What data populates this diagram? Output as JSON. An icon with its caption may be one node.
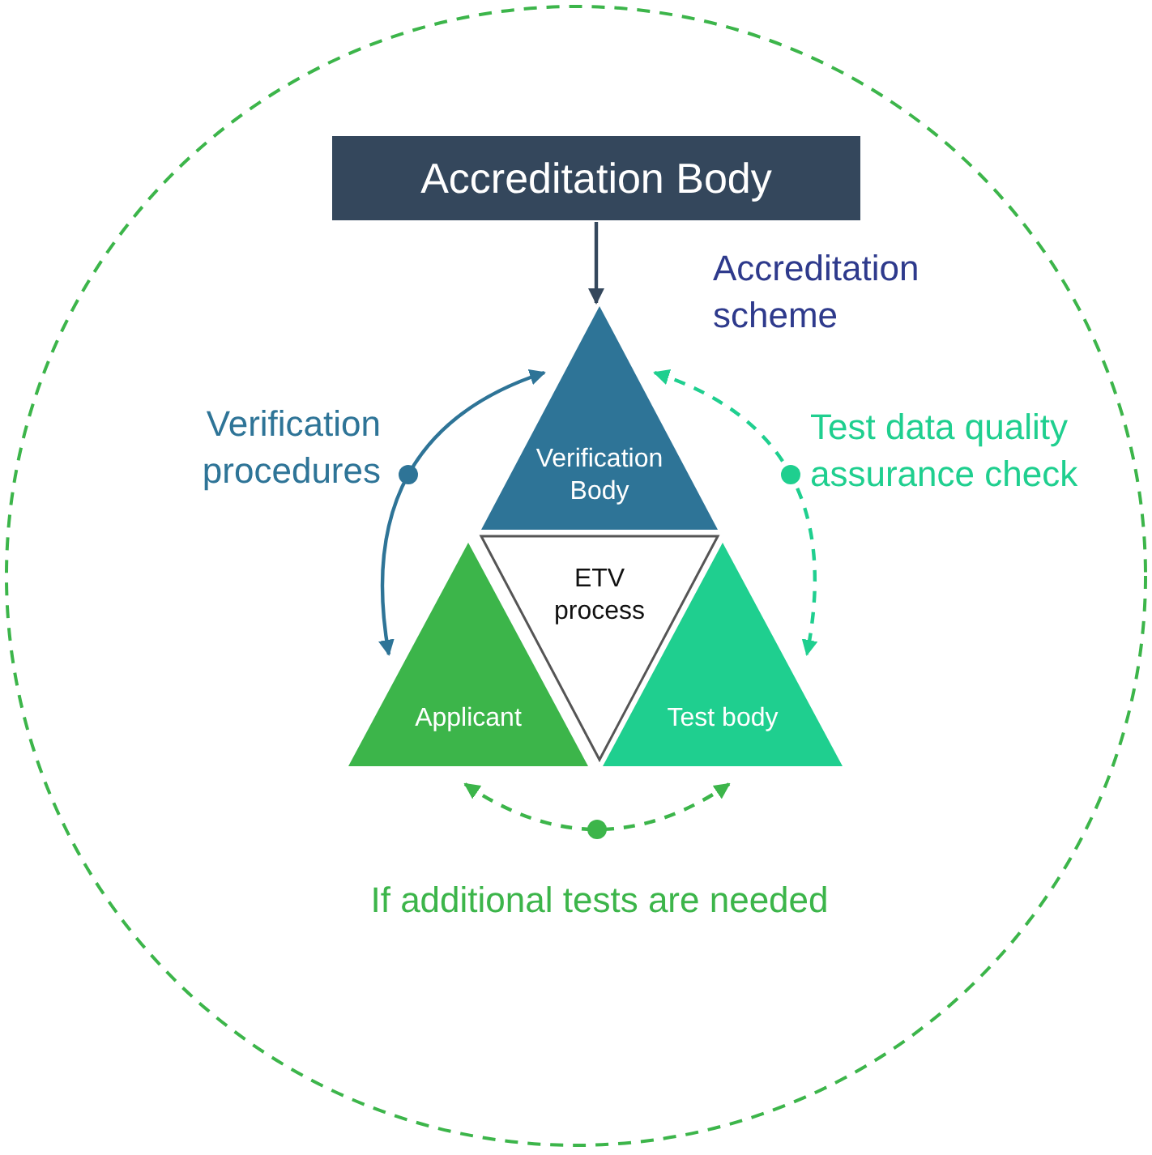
{
  "diagram": {
    "nodes": [
      {
        "text": [],
        "shape": "circle"
      },
      {
        "text": [
          "Accreditation Body"
        ],
        "in": 0
      },
      {
        "text": [
          "Verification Body"
        ],
        "in": 0
      },
      {
        "text": [
          "ETV process"
        ],
        "in": 0
      },
      {
        "text": [
          "Applicant"
        ],
        "in": 0
      },
      {
        "text": [
          "Test body"
        ],
        "in": 0
      }
    ],
    "edges": [
      {
        "from": 1,
        "to": 2,
        "arrow": "to",
        "label": "Accreditation scheme"
      },
      {
        "from": 2,
        "to": 4,
        "arrow": "both",
        "label": "Verification procedures",
        "color": "#2e7497"
      },
      {
        "from": 2,
        "to": 5,
        "arrow": "both",
        "label": "Test data quality assurance check",
        "style": "dashed",
        "color": "#1fcf8f"
      },
      {
        "from": 4,
        "to": 5,
        "arrow": "both",
        "label": "If additional tests are needed",
        "style": "dashed",
        "color": "#3cb54a"
      }
    ]
  }
}
